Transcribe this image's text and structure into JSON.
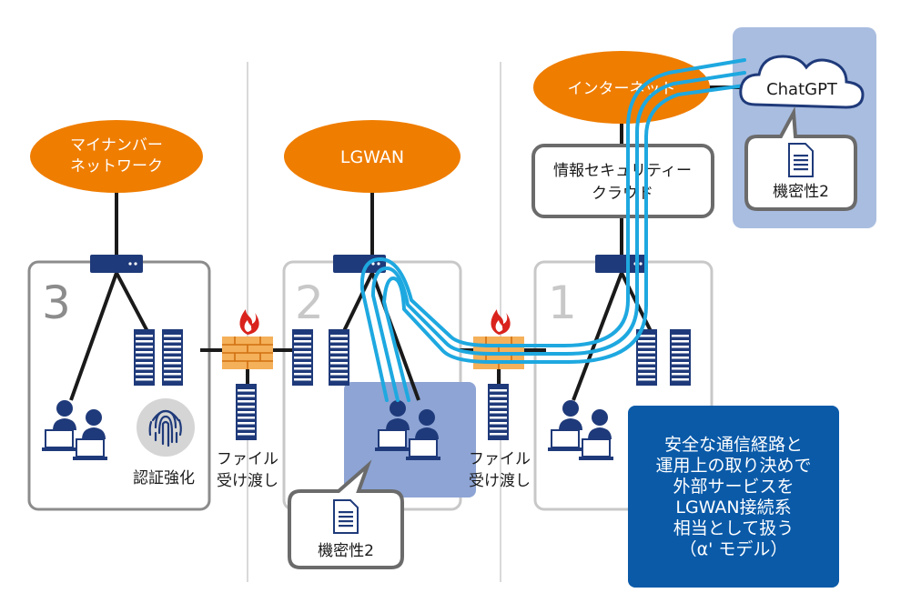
{
  "networks": {
    "my_number": [
      "マイナンバー",
      "ネットワーク"
    ],
    "lgwan": "LGWAN",
    "internet": "インターネット"
  },
  "chatgpt": {
    "label": "ChatGPT",
    "doc_label": "機密性2"
  },
  "cloud_box": [
    "情報セキュリティー",
    "クラウド"
  ],
  "zones": {
    "zone3": "3",
    "zone2": "2",
    "zone1": "1"
  },
  "auth_label": "認証強化",
  "file_transfer_left": [
    "ファイル",
    "受け渡し"
  ],
  "file_transfer_right": [
    "ファイル",
    "受け渡し"
  ],
  "zone2_doc_label": "機密性2",
  "callout": [
    "安全な通信経路と",
    "運用上の取り決めで",
    "外部サービスを",
    "LGWAN接続系",
    "相当として扱う",
    "（α' モデル）"
  ],
  "colors": {
    "network_orange": "#EF7D00",
    "switch_navy": "#1F3A7A",
    "zone_gray": "#8C8C8C",
    "zone_light_gray": "#C8C8C8",
    "path_cyan": "#1EA8E0",
    "highlight_blue": "#A9BDE0",
    "callout_blue": "#0A5AA8",
    "firewall_orange": "#F0A030"
  }
}
